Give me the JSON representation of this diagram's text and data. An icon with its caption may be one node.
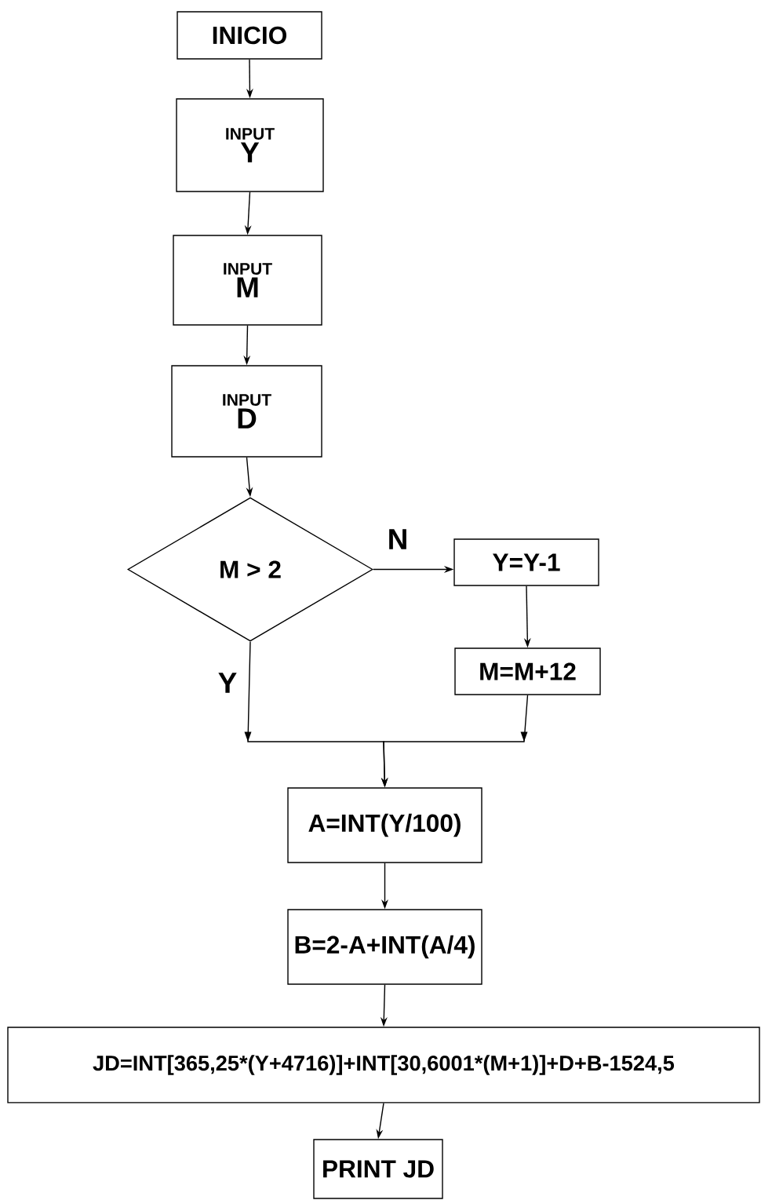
{
  "diagram": {
    "nodes": [
      {
        "text": [
          "INICIO"
        ]
      },
      {
        "text": [
          "INPUT",
          "Y"
        ]
      },
      {
        "text": [
          "INPUT",
          "M"
        ]
      },
      {
        "text": [
          "INPUT",
          "D"
        ]
      },
      {
        "text": [
          "M > 2"
        ]
      },
      {
        "text": [
          "Y=Y-1"
        ]
      },
      {
        "text": [
          "M=M+12"
        ]
      },
      {
        "text": [
          "A=INT(Y/100)"
        ]
      },
      {
        "text": [
          "B=2-A+INT(A/4)"
        ]
      },
      {
        "text": [
          "JD=INT[365,25*(Y+4716)]+INT[30,6001*(M+1)]+D+B-1524,5"
        ]
      },
      {
        "text": [
          "PRINT JD"
        ]
      }
    ],
    "edges": [
      {
        "from": 0,
        "to": 1,
        "arrow": "to"
      },
      {
        "from": 1,
        "to": 2,
        "arrow": "to"
      },
      {
        "from": 2,
        "to": 3,
        "arrow": "to"
      },
      {
        "from": 3,
        "to": 4,
        "arrow": "to"
      },
      {
        "from": 4,
        "to": 5,
        "arrow": "to",
        "label": "N"
      },
      {
        "from": 5,
        "to": 6,
        "arrow": "to"
      },
      {
        "from": 4,
        "to": 7,
        "arrow": "to",
        "label": "Y"
      },
      {
        "from": 6,
        "to": 7,
        "arrow": "to"
      },
      {
        "from": 7,
        "to": 8,
        "arrow": "to"
      },
      {
        "from": 8,
        "to": 9,
        "arrow": "to"
      },
      {
        "from": 9,
        "to": 10,
        "arrow": "to"
      }
    ]
  }
}
